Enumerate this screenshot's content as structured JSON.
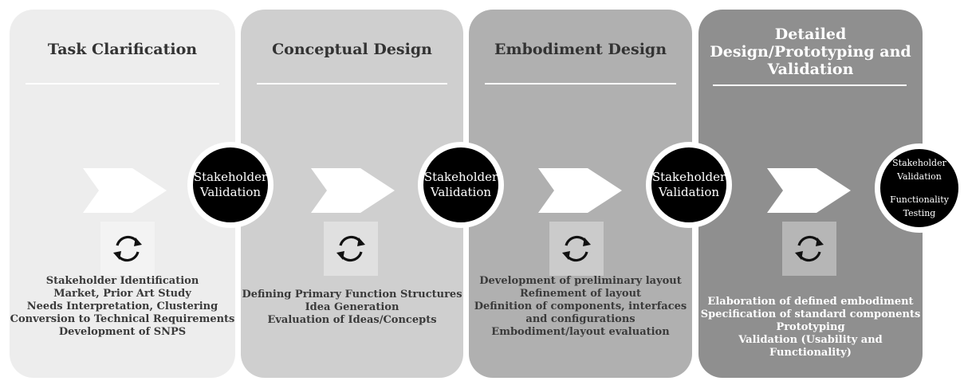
{
  "stages": [
    {
      "title_lines": [
        "Task Clarification"
      ],
      "descriptions": [
        "Stakeholder Identification",
        "Market, Prior Art Study",
        "Needs Interpretation, Clustering",
        "Conversion to Technical Requirements",
        "Development of SNPS"
      ]
    },
    {
      "title_lines": [
        "Conceptual Design"
      ],
      "descriptions": [
        "Defining Primary Function Structures",
        "Idea Generation",
        "Evaluation of Ideas/Concepts"
      ]
    },
    {
      "title_lines": [
        "Embodiment Design"
      ],
      "descriptions": [
        "Development of preliminary layout",
        "Refinement of layout",
        "Definition of components, interfaces",
        "and configurations",
        "Embodiment/layout evaluation"
      ]
    },
    {
      "title_lines": [
        "Detailed",
        "Design/Prototyping and",
        "Validation"
      ],
      "descriptions": [
        "Elaboration of defined embodiment",
        "Specification of standard components",
        "Prototyping",
        "Validation (Usability and Functionality)"
      ]
    }
  ],
  "validations": [
    {
      "lines": [
        "Stakeholder",
        "Validation"
      ]
    },
    {
      "lines": [
        "Stakeholder",
        "Validation"
      ]
    },
    {
      "lines": [
        "Stakeholder",
        "Validation"
      ]
    },
    {
      "lines": [
        "Stakeholder",
        "Validation",
        "Functionality",
        "Testing"
      ]
    }
  ],
  "icons": {
    "arrow": "chevron-arrow-icon",
    "cycle": "refresh-cycle-icon"
  },
  "colors": {
    "stage1": "#ededed",
    "stage2": "#cfcfcf",
    "stage3": "#b0b0b0",
    "stage4": "#8f8f8f",
    "badge": "#000000"
  }
}
